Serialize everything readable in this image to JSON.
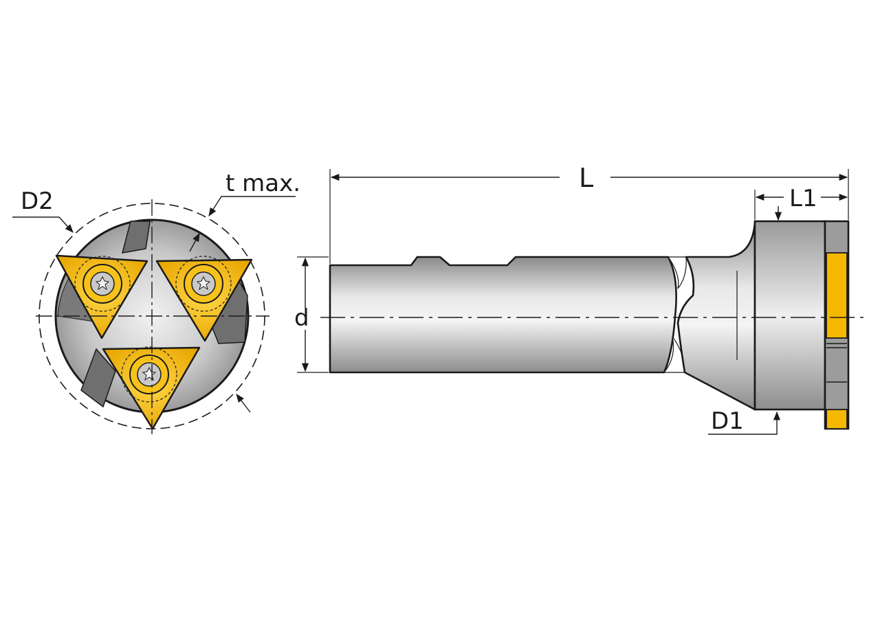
{
  "labels": {
    "d2": "D2",
    "t_max": "t max.",
    "length": "L",
    "length1": "L1",
    "shank_diameter": "d",
    "d1": "D1"
  },
  "colors": {
    "insert_yellow": "#f5b800",
    "body_gray": "#a9a9a9",
    "shadow_gray": "#6f6f6f",
    "line": "#1a1a1a"
  },
  "icons": {
    "screw": "torx-screw-icon"
  }
}
